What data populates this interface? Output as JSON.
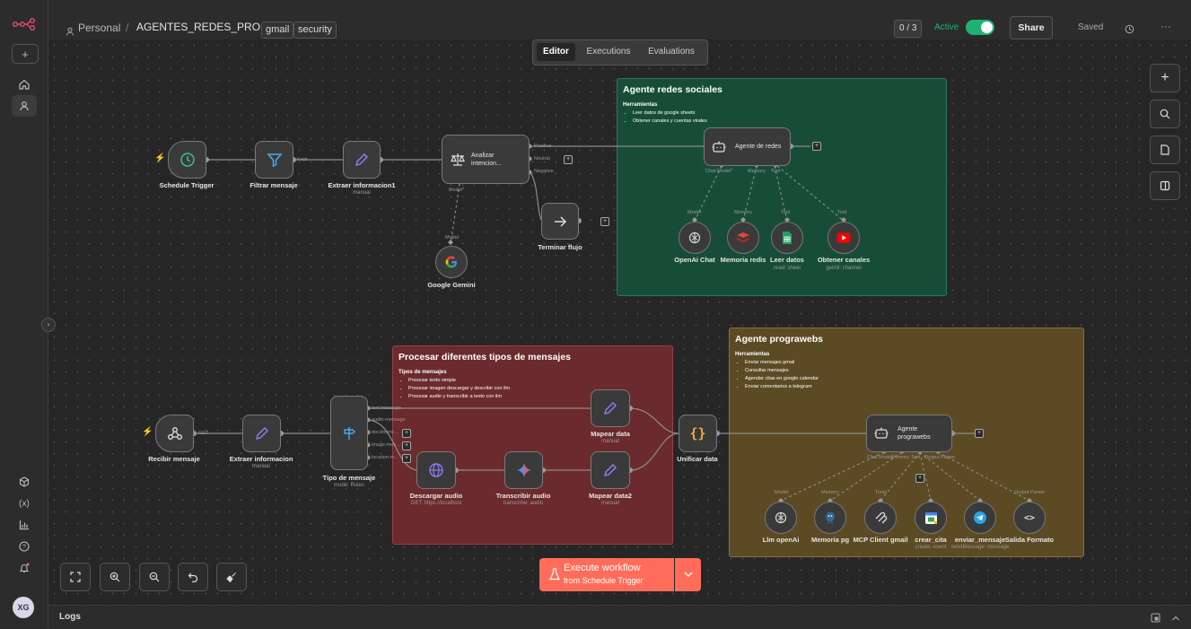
{
  "header": {
    "breadcrumb_workspace": "Personal",
    "workflow_name": "AGENTES_REDES_PRO",
    "tags": [
      "gmail",
      "security"
    ],
    "counter": "0 / 3",
    "active_label": "Active",
    "share_label": "Share",
    "saved_label": "Saved"
  },
  "tabs": [
    "Editor",
    "Executions",
    "Evaluations"
  ],
  "sidebar": {
    "avatar_initials": "XG"
  },
  "colors": {
    "accent": "#ff6d5a",
    "active": "#1fb373",
    "sticky_green": "#174d38",
    "sticky_red": "#6b2a2d",
    "sticky_brown": "#5b4a23"
  },
  "stickies": {
    "social": {
      "title": "Agente redes sociales",
      "subtitle": "Herramientas",
      "items": [
        "Leer datos de google sheets",
        "Obtener canales y cuentas virales"
      ]
    },
    "messages": {
      "title": "Procesar diferentes tipos de mensajes",
      "subtitle": "Tipos de mensajes",
      "items": [
        "Procesar texto simple",
        "Procesar imagen descargar y describir con llm",
        "Procesar audio y transcribir a texto con llm"
      ]
    },
    "prograwebs": {
      "title": "Agente prograwebs",
      "subtitle": "Herramientas",
      "items": [
        "Enviar mensajes gmail",
        "Consultar mensajes",
        "Agendar citas en google calendar",
        "Enviar comentarios a telegram"
      ]
    }
  },
  "nodes": {
    "schedule_trigger": "Schedule Trigger",
    "filtrar_mensaje": "Filtrar mensaje",
    "filtrar_kept": "Kept",
    "extraer_informacion1": "Extraer informacion1",
    "extraer_informacion1_sub": "manual",
    "analizar": "Analizar intencion...",
    "analizar_model": "Model*",
    "out_positive": "Positive",
    "out_neutral": "Neutral",
    "out_negative": "Negative",
    "terminar_flujo": "Terminar flujo",
    "google_gemini": "Google Gemini",
    "google_gemini_port": "Model",
    "agente_redes": "Agente de redes",
    "agente_redes_ports": [
      "Chat Model*",
      "Memory",
      "Tool"
    ],
    "openai_chat": "OpenAi Chat",
    "memoria_redis": "Memoria redis",
    "leer_datos": "Leer datos",
    "leer_datos_sub": "read: sheet",
    "obtener_canales": "Obtener canales",
    "obtener_canales_sub": "getAll: channel",
    "social_sub_ports": [
      "Model",
      "Memory",
      "Tool",
      "Tool"
    ],
    "recibir_mensaje": "Recibir mensaje",
    "recibir_get": "GET",
    "extraer_informacion": "Extraer informacion",
    "extraer_informacion_sub": "manual",
    "tipo_de_mensaje": "Tipo de mensaje",
    "tipo_de_mensaje_sub": "mode: Rules",
    "switch_outputs": [
      "text-message",
      "audio-message",
      "document-...",
      "image-mes...",
      "location-m..."
    ],
    "mapear_data": "Mapear data",
    "mapear_data_sub": "manual",
    "descargar_audio": "Descargar audio",
    "descargar_audio_sub": "GET: https://localhost",
    "transcribir_audio": "Transcribir audio",
    "transcribir_audio_sub": "transcribe: audio",
    "mapear_data2": "Mapear data2",
    "mapear_data2_sub": "manual",
    "unificar_data": "Unificar data",
    "agente_prograwebs": "Agente prograwebs",
    "agente_prograwebs_ports": [
      "Chat Model",
      "Memory",
      "Tool",
      "Output Parser"
    ],
    "llm_openai": "Llm openAi",
    "memoria_pg": "Memoria pg",
    "mcp_client": "MCP Client gmail",
    "crear_cita": "crear_cita",
    "crear_cita_sub": "create: event",
    "enviar_mensaje": "enviar_mensaje",
    "enviar_mensaje_sub": "sendMessage: message",
    "salida_formato": "Salida Formato",
    "prog_sub_ports": [
      "Model",
      "Memory",
      "Tools",
      "Output Parser"
    ]
  },
  "execute": {
    "label": "Execute workflow",
    "sub": "from Schedule Trigger"
  },
  "logs_label": "Logs"
}
